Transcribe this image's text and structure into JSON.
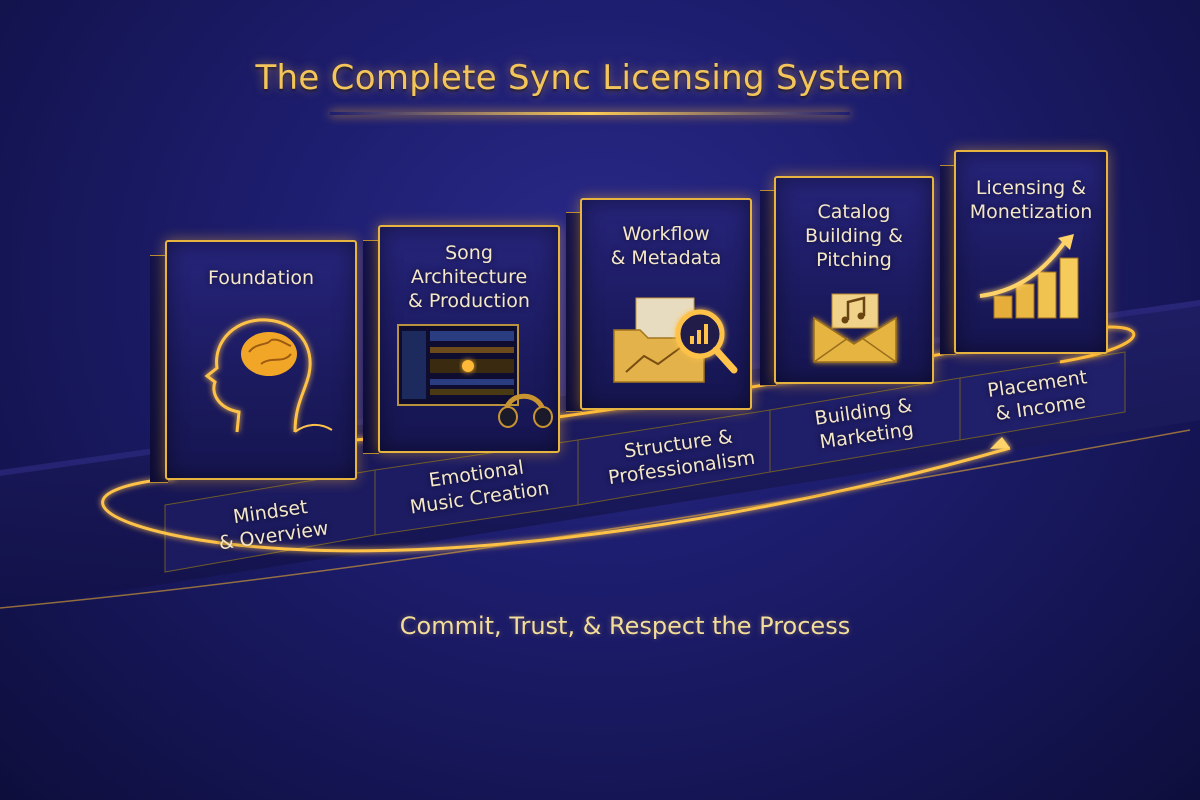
{
  "title": "The Complete Sync Licensing System",
  "tagline": "Commit, Trust, & Respect the Process",
  "steps": [
    {
      "book": "Foundation",
      "base": "Mindset & Overview",
      "book_lines": [
        "Foundation"
      ],
      "base_lines": [
        "Mindset",
        "& Overview"
      ],
      "icon": "head-brain-icon"
    },
    {
      "book": "Song Architecture & Production",
      "base": "Emotional Music Creation",
      "book_lines": [
        "Song",
        "Architecture",
        "& Production"
      ],
      "base_lines": [
        "Emotional",
        "Music Creation"
      ],
      "icon": "daw-headphones-icon"
    },
    {
      "book": "Workflow & Metadata",
      "base": "Structure & Professionalism",
      "book_lines": [
        "Workflow",
        "& Metadata"
      ],
      "base_lines": [
        "Structure &",
        "Professionalism"
      ],
      "icon": "folder-magnifier-icon"
    },
    {
      "book": "Catalog Building & Pitching",
      "base": "Building & Marketing",
      "book_lines": [
        "Catalog",
        "Building &",
        "Pitching"
      ],
      "base_lines": [
        "Building &",
        "Marketing"
      ],
      "icon": "envelope-music-icon"
    },
    {
      "book": "Licensing & Monetization",
      "base": "Placement & Income",
      "book_lines": [
        "Licensing &",
        "Monetization"
      ],
      "base_lines": [
        "Placement",
        "& Income"
      ],
      "icon": "growth-chart-icon"
    }
  ],
  "colors": {
    "gold": "#f3c55a",
    "navy": "#1d1d6e",
    "text": "#f4e6c8"
  }
}
